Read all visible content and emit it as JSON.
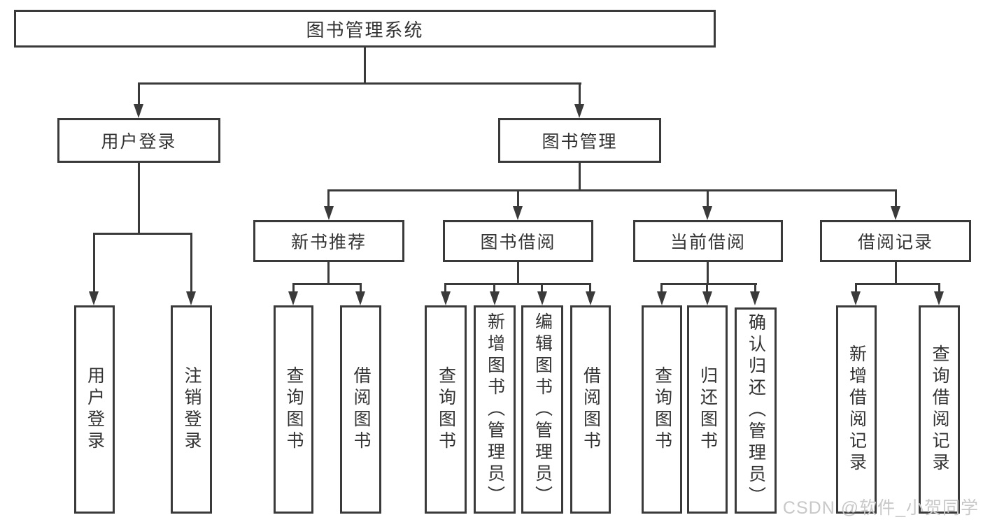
{
  "diagram": {
    "title": "图书管理系统",
    "level2": {
      "user_login": "用户登录",
      "book_management": "图书管理"
    },
    "level3": {
      "new_book_recommend": "新书推荐",
      "book_borrow": "图书借阅",
      "current_borrow": "当前借阅",
      "borrow_record": "借阅记录"
    },
    "leaves": {
      "user_login_children": {
        "login": "用户登录",
        "logout": "注销登录"
      },
      "new_book_recommend_children": {
        "query_book": "查询图书",
        "borrow_book": "借阅图书"
      },
      "book_borrow_children": {
        "query_book": "查询图书",
        "add_book_admin": "新增图书（管理员）",
        "edit_book_admin": "编辑图书（管理员）",
        "borrow_book": "借阅图书"
      },
      "current_borrow_children": {
        "query_book": "查询图书",
        "return_book": "归还图书",
        "confirm_return_admin": "确认归还（管理员）"
      },
      "borrow_record_children": {
        "add_record": "新增借阅记录",
        "query_record": "查询借阅记录"
      }
    }
  },
  "watermark": "CSDN @软件_小贺同学",
  "colors": {
    "line": "#3a3a3a",
    "text": "#333333",
    "background": "#ffffff",
    "watermark": "#c8c8c8"
  }
}
